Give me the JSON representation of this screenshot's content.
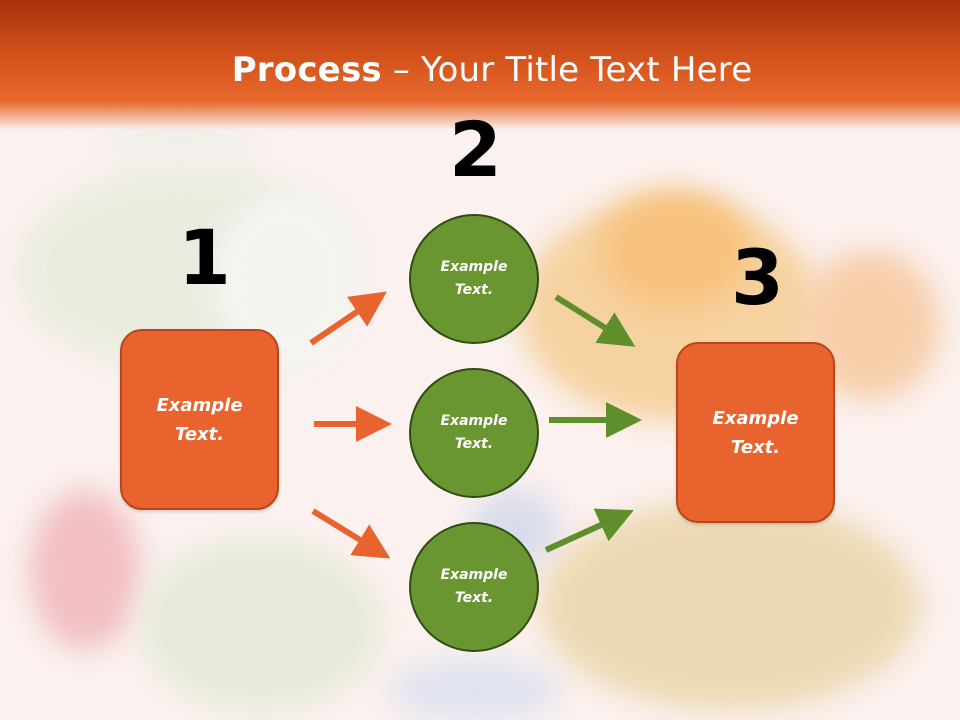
{
  "title": {
    "bold": "Process",
    "rest": " – Your Title Text Here"
  },
  "steps": {
    "one": "1",
    "two": "2",
    "three": "3"
  },
  "boxes": {
    "left": "Example\nText.",
    "right": "Example\nText."
  },
  "circles": {
    "top": "Example\nText.",
    "middle": "Example\nText.",
    "bottom": "Example\nText."
  },
  "colors": {
    "orange": "#e8632e",
    "green": "#6a9631",
    "header": "#c8451a"
  }
}
